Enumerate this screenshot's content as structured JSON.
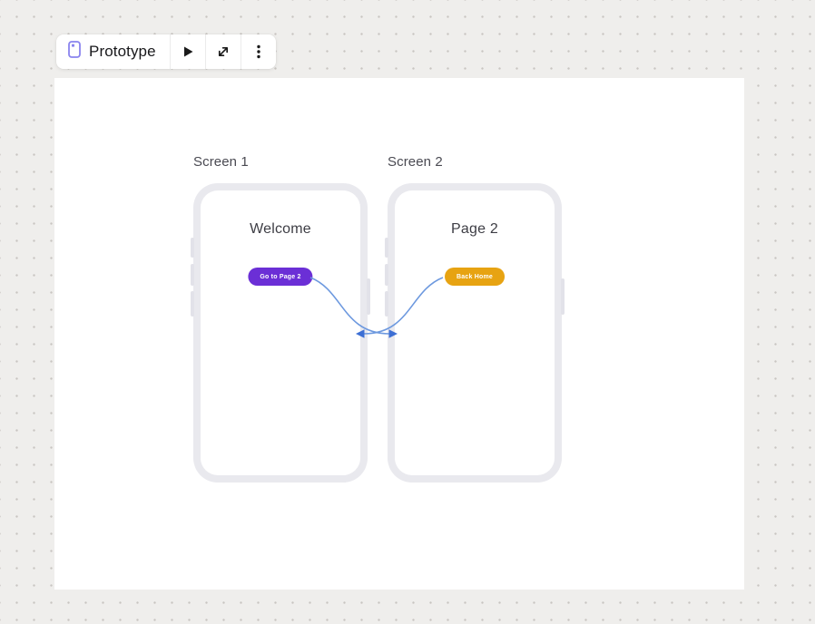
{
  "toolbar": {
    "title": "Prototype"
  },
  "screens": [
    {
      "label": "Screen 1",
      "heading": "Welcome",
      "button_label": "Go to Page 2"
    },
    {
      "label": "Screen 2",
      "heading": "Page 2",
      "button_label": "Back Home"
    }
  ],
  "icons": {
    "phone": "phone-outline-with-camera-dot",
    "play": "solid-right-triangle",
    "expand": "diagonal-double-arrow",
    "menu": "three-vertical-dots"
  },
  "colors": {
    "page-bg": "#efeeec",
    "grid-dot": "#c8c5c1",
    "canvas-bg": "#ffffff",
    "frame": "#e9e9ee",
    "accent-purple": "#6b2fd6",
    "accent-orange": "#e7a312",
    "connector": "#6d99df",
    "connector-arrow": "#3d6fd4",
    "toolbar-icon": "#8a84ee"
  }
}
